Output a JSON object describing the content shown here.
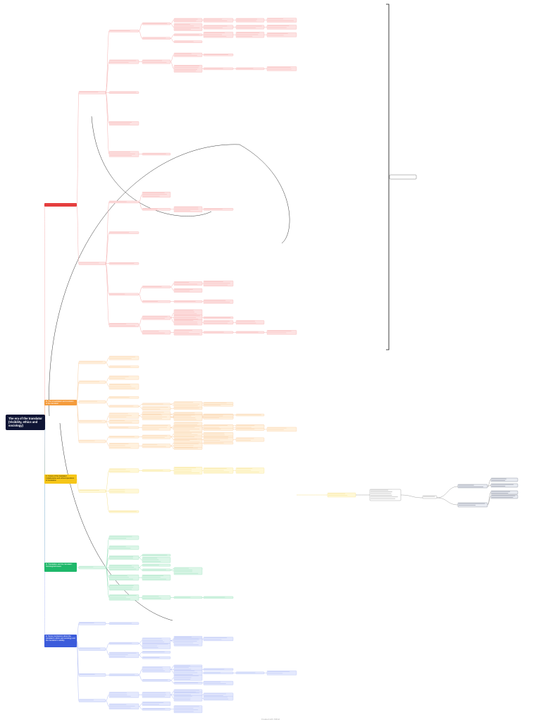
{
  "root": {
    "title": "The era of the translator (Visibility, ethics and sociology)"
  },
  "branches": [
    {
      "id": "b1",
      "label": "",
      "color": "#e53e3e",
      "fill": "#fde2e2",
      "line": "#f4a8a8"
    },
    {
      "id": "b2",
      "label": "B. The consolidation and evolution of the translator",
      "color": "#f49b3c",
      "fill": "#fff1de",
      "line": "#f7c89a"
    },
    {
      "id": "b3",
      "label": "C. Future of the translator: Collaborative and ethical questions of translation",
      "color": "#f6c617",
      "fill": "#fff8d6",
      "line": "#f3dc82"
    },
    {
      "id": "b4",
      "label": "D. Translation and the translator: Sociological issues",
      "color": "#1fb86a",
      "fill": "#dcf6e8",
      "line": "#8fdcb4"
    },
    {
      "id": "b5",
      "label": "E. Some conclusions about the translator's ethics and sociology and the translator's visibility",
      "color": "#3b5bdb",
      "fill": "#e3e8fd",
      "line": "#a9b7f2"
    }
  ],
  "colors": {
    "root": "#0f1535",
    "connector": "#333333",
    "summary_bracket": "#111111"
  },
  "watermark": "Created with XMind"
}
